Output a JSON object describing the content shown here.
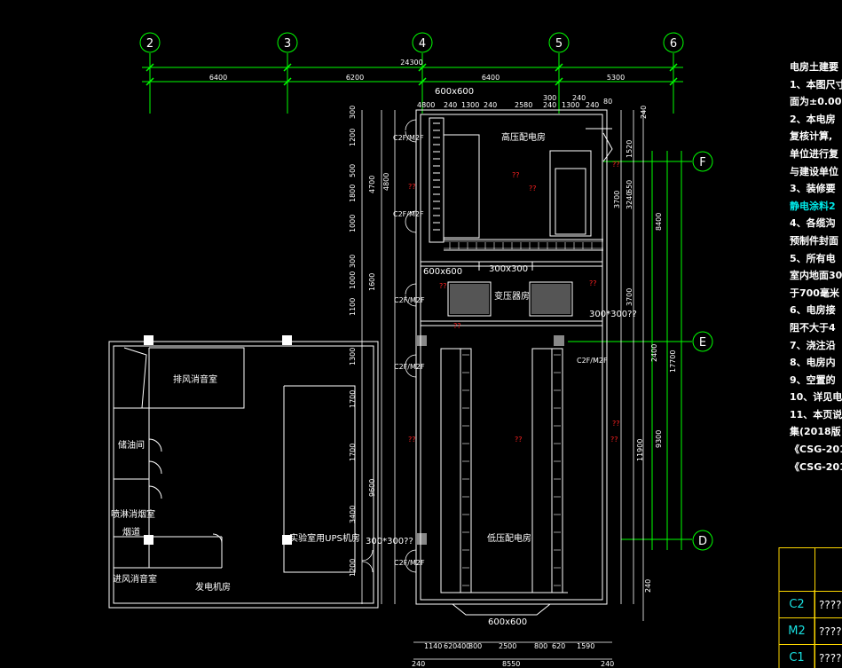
{
  "axes_top": [
    {
      "label": "2"
    },
    {
      "label": "3"
    },
    {
      "label": "4"
    },
    {
      "label": "5"
    },
    {
      "label": "6"
    }
  ],
  "axes_right": [
    {
      "label": "F"
    },
    {
      "label": "E"
    },
    {
      "label": "D"
    }
  ],
  "dims_top": {
    "total": "24300",
    "spans": [
      "6400",
      "6200",
      "6400",
      "5300"
    ]
  },
  "dims_detail_top": [
    "600x600",
    "300",
    "240",
    "2580",
    "300",
    "240",
    "1300",
    "240",
    "80",
    "1300",
    "240"
  ],
  "dims_right": [
    "8400",
    "17700",
    "9300",
    "11900",
    "240",
    "3700",
    "2400",
    "650",
    "1520"
  ],
  "dims_bottom": {
    "total": "8550",
    "left": "240",
    "right": "240",
    "spans": [
      "1140",
      "620",
      "400",
      "800",
      "2500",
      "800",
      "620",
      "1590"
    ]
  },
  "rooms": {
    "hv": "高压配电房",
    "tx": "变压器房",
    "lv": "低压配电房",
    "exhaust": "排风消音室",
    "oil": "储油间",
    "spray": "喷淋消烟室",
    "smoke": "烟道",
    "intake": "进风消音室",
    "gen": "发电机房",
    "ups": "实验室用UPS机房"
  },
  "tags": {
    "trench1": "600x600",
    "trench2": "300x300",
    "trench3": "600x600",
    "hole1": "300*300??",
    "hole2": "300*300??",
    "door": "C2F/M2F"
  },
  "notes": [
    {
      "text": "电房土建要"
    },
    {
      "text": "1、本图尺寸"
    },
    {
      "text": "面为±0.00"
    },
    {
      "text": "2、本电房"
    },
    {
      "text": "复核计算,"
    },
    {
      "text": "单位进行复"
    },
    {
      "text": "与建设单位"
    },
    {
      "text": "3、装修要"
    },
    {
      "text": "静电涂料2"
    },
    {
      "text": "4、各缆沟"
    },
    {
      "text": "预制件封面"
    },
    {
      "text": "5、所有电"
    },
    {
      "text": "室内地面30"
    },
    {
      "text": "于700毫米"
    },
    {
      "text": "6、电房接"
    },
    {
      "text": "阻不大于4"
    },
    {
      "text": "7、浇注沿"
    },
    {
      "text": "8、电房内"
    },
    {
      "text": "9、空置的"
    },
    {
      "text": "10、详见电"
    },
    {
      "text": "11、本页说"
    },
    {
      "text": "集(2018版"
    },
    {
      "text": "《CSG-201"
    },
    {
      "text": "《CSG-201"
    }
  ],
  "legend_table": [
    {
      "code": "C2",
      "value": "????"
    },
    {
      "code": "M2",
      "value": "????"
    },
    {
      "code": "C1",
      "value": "????"
    }
  ],
  "colors": {
    "bg": "#000000",
    "line": "#ffffff",
    "axis": "#00ff00",
    "dim_green": "#00c000",
    "red": "#ff2020",
    "cyan": "#00e8e8",
    "table": "#ffd800"
  }
}
